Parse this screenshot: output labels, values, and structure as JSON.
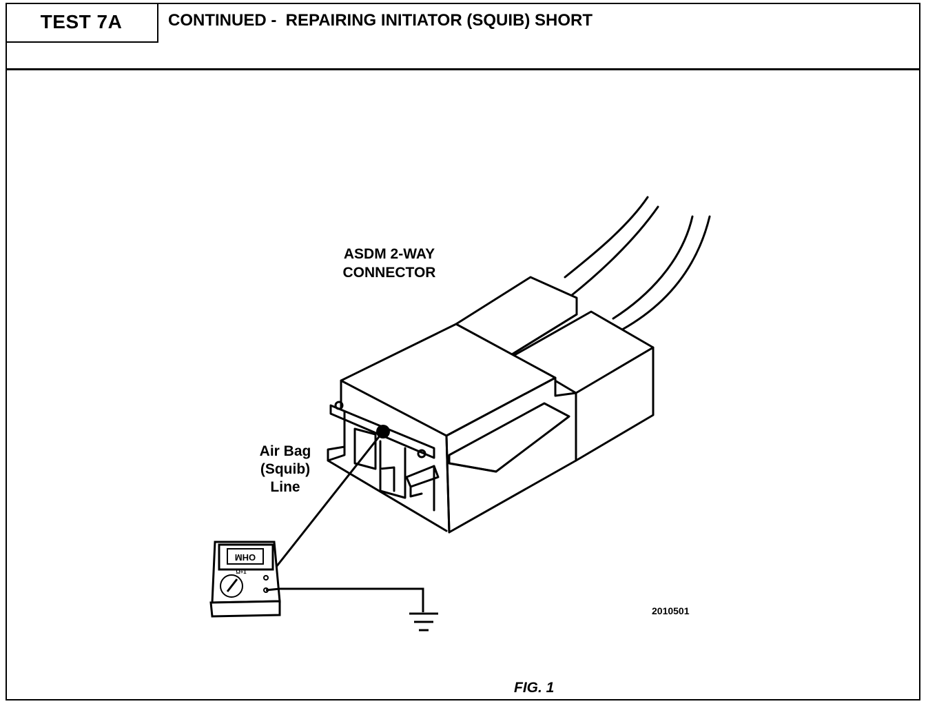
{
  "header": {
    "test_label": "TEST 7A",
    "title": "CONTINUED -  REPAIRING INITIATOR (SQUIB) SHORT"
  },
  "diagram": {
    "connector_label_line1": "ASDM 2-WAY",
    "connector_label_line2": "CONNECTOR",
    "squib_label_line1": "Air Bag",
    "squib_label_line2": "(Squib)",
    "squib_label_line3": "Line",
    "meter_display": "OHM",
    "meter_range": "Ω÷1",
    "figure_id": "2010501"
  },
  "caption": "FIG. 1"
}
